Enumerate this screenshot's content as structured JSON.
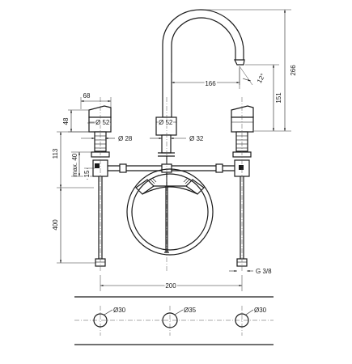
{
  "drawing": {
    "dimensions": {
      "height_total": "266",
      "height_spout": "151",
      "spout_reach": "166",
      "angle": "12°",
      "handle_width": "68",
      "handle_height": "48",
      "base_dia_left": "Ø 52",
      "base_dia_center": "Ø 52",
      "shank_dia_left": "Ø 28",
      "shank_dia_center": "Ø 32",
      "mount_height": "113",
      "max_deck": "max. 40",
      "small_dim": "15",
      "hose_length": "400",
      "thread": "G 3/8",
      "spacing": "200",
      "hole_left": "Ø30",
      "hole_center": "Ø35",
      "hole_right": "Ø30"
    }
  }
}
